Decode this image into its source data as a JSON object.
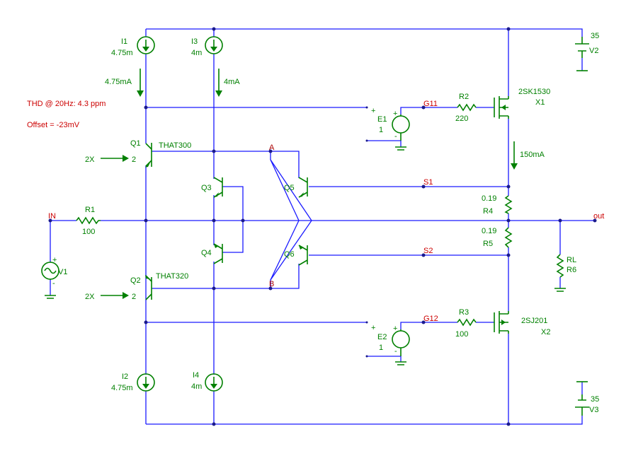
{
  "notes": {
    "thd": "THD @ 20Hz: 4.3 ppm",
    "offset": "Offset = -23mV"
  },
  "sources": {
    "I1": {
      "name": "I1",
      "value": "4.75m"
    },
    "I2": {
      "name": "I2",
      "value": "4.75m"
    },
    "I3": {
      "name": "I3",
      "value": "4m"
    },
    "I4": {
      "name": "I4",
      "value": "4m"
    }
  },
  "currents": {
    "i1": "4.75mA",
    "i3": "4mA",
    "out": "150mA"
  },
  "transistors": {
    "Q1": {
      "name": "Q1",
      "part": "THAT300",
      "mult": "2",
      "drive": "2X"
    },
    "Q2": {
      "name": "Q2",
      "part": "THAT320",
      "mult": "2",
      "drive": "2X"
    },
    "Q3": {
      "name": "Q3"
    },
    "Q4": {
      "name": "Q4"
    },
    "Q5": {
      "name": "Q5"
    },
    "Q6": {
      "name": "Q6"
    },
    "X1": {
      "name": "X1",
      "part": "2SK1530"
    },
    "X2": {
      "name": "X2",
      "part": "2SJ201"
    }
  },
  "resistors": {
    "R1": {
      "name": "R1",
      "value": "100"
    },
    "R2": {
      "name": "R2",
      "value": "220"
    },
    "R3": {
      "name": "R3",
      "value": "100"
    },
    "R4": {
      "name": "R4",
      "value": "0.19"
    },
    "R5": {
      "name": "R5",
      "value": "0.19"
    },
    "R6": {
      "name": "R6",
      "value": "RL"
    }
  },
  "vcvs": {
    "E1": {
      "name": "E1",
      "gain": "1"
    },
    "E2": {
      "name": "E2",
      "gain": "1"
    }
  },
  "supplies": {
    "V2": {
      "name": "V2",
      "value": "35"
    },
    "V3": {
      "name": "V3",
      "value": "35"
    },
    "V1": {
      "name": "V1"
    }
  },
  "nodes": {
    "in": "IN",
    "out": "out",
    "a": "A",
    "b": "B",
    "g11": "G11",
    "g12": "G12",
    "s1": "S1",
    "s2": "S2"
  },
  "signs": {
    "plus": "+",
    "minus": "-"
  }
}
